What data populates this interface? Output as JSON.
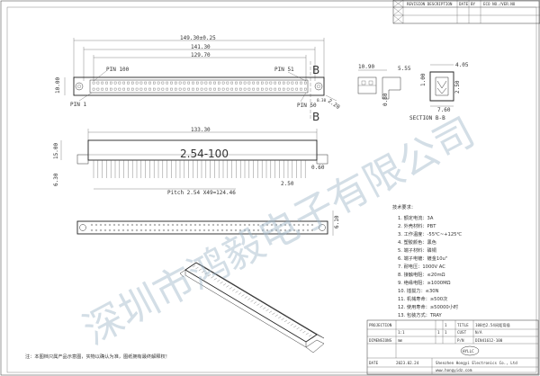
{
  "revision_header": {
    "cols": [
      "REVISION DESCRIPTION",
      "DATE",
      "BY",
      "ECO NO./VER.NO"
    ]
  },
  "top_view": {
    "dims": {
      "overall": "149.30±0.25",
      "pitch_span": "141.30",
      "row_span": "129.70",
      "height": "10.00",
      "hole": "2.20",
      "offset": "0.30"
    },
    "pins": {
      "pin100": "PIN 100",
      "pin1": "PIN 1",
      "pin51": "PIN 51",
      "pin50": "PIN 50"
    },
    "section_mark": "B"
  },
  "section_view": {
    "dims": [
      "10.90",
      "5.55",
      "0.80",
      "4.05",
      "1.00",
      "2.50",
      "7.60"
    ],
    "title": "SECTION B-B"
  },
  "side_view": {
    "dims": {
      "length": "133.30",
      "height": "15.00",
      "tail": "6.30",
      "depth": "0.60",
      "gap": "2.50",
      "pitch": "Pitch 2.54 X49=124.46"
    },
    "label": "2.54-100"
  },
  "bottom_view": {
    "dim": "6.10"
  },
  "spec": {
    "title": "技术要求：",
    "items": [
      "1. 额定电流：3A",
      "2. 外壳材料：PBT",
      "3. 工作温度：-55℃~+125℃",
      "4. 塑胶颜色：黑色",
      "5. 端子材料：磷铜",
      "6. 端子电镀：镀金10u\"",
      "7. 耐电压：1000V AC",
      "8. 接触电阻：≤20mΩ",
      "9. 绝缘电阻：≥1000MΩ",
      "10. 插拔力：≤30N",
      "11. 机械寿命：≥500次",
      "12. 使用寿命：≥50000小时",
      "13. 包装方式：TRAY"
    ]
  },
  "footer_note": "注：本图档只属产品示意图，实物以确认为准，图纸拥有最终解释权！",
  "title_block": {
    "projection": "PROJECTION",
    "title_label": "TITLE",
    "title_value": "100芯2.54间距弯插",
    "dimensions": "DIMENSIONS",
    "unit": "mm",
    "scale": "1:1",
    "sheet": "1",
    "sheet_of": "1",
    "cust_label": "CUST",
    "cust_value": "N/A",
    "part_label": "P/N",
    "part_no": "DIN41612-100",
    "company": "Shenzhen Hongyi Electronics Co., Ltd",
    "web": "www.hongyidz.com",
    "date_label": "DATE",
    "date_value": "2023.02.24",
    "logo": "HYLLC"
  },
  "watermark": "深圳市鸿毅电子有限公司"
}
